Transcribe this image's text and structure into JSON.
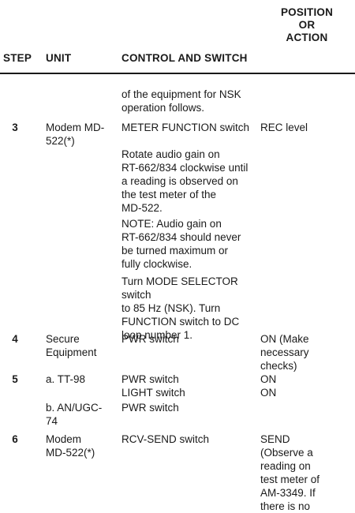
{
  "headers": {
    "step": "STEP",
    "unit": "UNIT",
    "control": "CONTROL AND SWITCH",
    "position": "POSITION\nOR\nACTION"
  },
  "rows": [
    {
      "step": "",
      "unit": "",
      "control": "of the equipment for NSK\noperation follows.",
      "action": ""
    },
    {
      "step": "3",
      "unit": "Modem MD-\n522(*)",
      "control": "METER FUNCTION switch",
      "action": "REC level"
    },
    {
      "step": "",
      "unit": "",
      "control": "Rotate audio gain on\nRT-662/834 clockwise until\na reading is observed on\nthe test meter of the\nMD-522.",
      "action": ""
    },
    {
      "step": "",
      "unit": "",
      "control": "NOTE: Audio gain on\nRT-662/834 should never\nbe turned maximum or\nfully clockwise.",
      "action": ""
    },
    {
      "step": "",
      "unit": "",
      "control": "Turn MODE SELECTOR switch\nto 85 Hz (NSK). Turn\nFUNCTION switch to DC\nloop number 1.",
      "action": ""
    },
    {
      "step": "4",
      "unit": "Secure\nEquipment",
      "control": "PWR switch",
      "action": "ON (Make\nnecessary\nchecks)"
    },
    {
      "step": "5",
      "unit": "a. TT-98",
      "control": "PWR switch",
      "action": "ON"
    },
    {
      "step": "",
      "unit": "",
      "control": "LIGHT switch",
      "action": "ON"
    },
    {
      "step": "",
      "unit": "b. AN/UGC-\n74",
      "control": "PWR switch",
      "action": ""
    },
    {
      "step": "6",
      "unit": "Modem\nMD-522(*)",
      "control": "RCV-SEND switch",
      "action": "SEND\n(Observe a\nreading on\ntest meter of\nAM-3349. If\nthere is no"
    }
  ]
}
